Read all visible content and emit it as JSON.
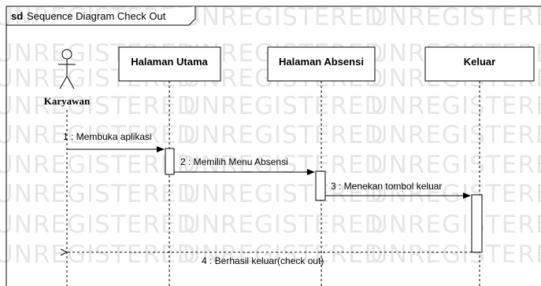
{
  "frame": {
    "keyword": "sd",
    "title": "Sequence Diagram Check Out"
  },
  "watermark": "UNREGISTERED",
  "actor": {
    "name": "Karyawan"
  },
  "lifelines": [
    {
      "label": "Halaman Utama"
    },
    {
      "label": "Halaman Absensi"
    },
    {
      "label": "Keluar"
    }
  ],
  "messages": [
    {
      "label": "1 : Membuka aplikasi",
      "kind": "sync"
    },
    {
      "label": "2 : Memilih Menu Absensi",
      "kind": "sync"
    },
    {
      "label": "3 : Menekan tombol keluar",
      "kind": "sync"
    },
    {
      "label": "4 : Berhasil keluar(check out)",
      "kind": "return"
    }
  ],
  "colors": {
    "line": "#000000",
    "box_fill": "#ffffff",
    "watermark": "#e6e6e6"
  }
}
